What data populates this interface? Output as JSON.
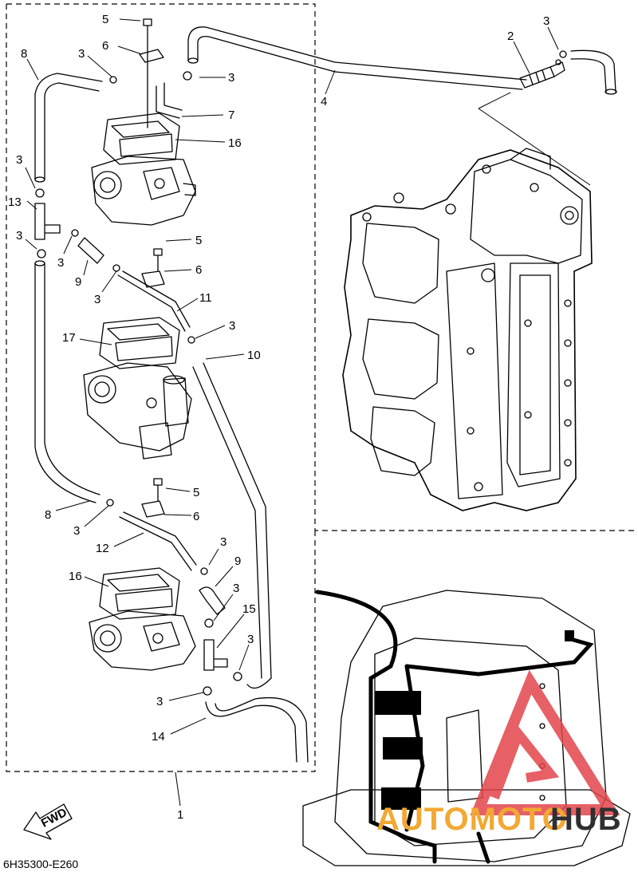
{
  "diagram": {
    "code": "6H35300-E260",
    "fwd_label": "FWD",
    "labels": [
      {
        "id": "lbl-5a",
        "text": "5"
      },
      {
        "id": "lbl-6a",
        "text": "6"
      },
      {
        "id": "lbl-3a",
        "text": "3"
      },
      {
        "id": "lbl-8a",
        "text": "8"
      },
      {
        "id": "lbl-3b",
        "text": "3"
      },
      {
        "id": "lbl-2",
        "text": "2"
      },
      {
        "id": "lbl-3c",
        "text": "3"
      },
      {
        "id": "lbl-4",
        "text": "4"
      },
      {
        "id": "lbl-7",
        "text": "7"
      },
      {
        "id": "lbl-16a",
        "text": "16"
      },
      {
        "id": "lbl-3d",
        "text": "3"
      },
      {
        "id": "lbl-13",
        "text": "13"
      },
      {
        "id": "lbl-3e",
        "text": "3"
      },
      {
        "id": "lbl-3f",
        "text": "3"
      },
      {
        "id": "lbl-9a",
        "text": "9"
      },
      {
        "id": "lbl-3g",
        "text": "3"
      },
      {
        "id": "lbl-5b",
        "text": "5"
      },
      {
        "id": "lbl-6b",
        "text": "6"
      },
      {
        "id": "lbl-11",
        "text": "11"
      },
      {
        "id": "lbl-17",
        "text": "17"
      },
      {
        "id": "lbl-3h",
        "text": "3"
      },
      {
        "id": "lbl-10",
        "text": "10"
      },
      {
        "id": "lbl-5c",
        "text": "5"
      },
      {
        "id": "lbl-8b",
        "text": "8"
      },
      {
        "id": "lbl-6c",
        "text": "6"
      },
      {
        "id": "lbl-3i",
        "text": "3"
      },
      {
        "id": "lbl-12",
        "text": "12"
      },
      {
        "id": "lbl-3j",
        "text": "3"
      },
      {
        "id": "lbl-9b",
        "text": "9"
      },
      {
        "id": "lbl-16b",
        "text": "16"
      },
      {
        "id": "lbl-3k",
        "text": "3"
      },
      {
        "id": "lbl-15",
        "text": "15"
      },
      {
        "id": "lbl-3l",
        "text": "3"
      },
      {
        "id": "lbl-3m",
        "text": "3"
      },
      {
        "id": "lbl-14",
        "text": "14"
      },
      {
        "id": "lbl-1",
        "text": "1"
      }
    ]
  },
  "watermark": {
    "text_a": "AUTOMOTO",
    "text_b": "HUB",
    "color_a": "#f2a832",
    "color_b": "#2f2f2f",
    "logo_color": "#e2454c"
  }
}
